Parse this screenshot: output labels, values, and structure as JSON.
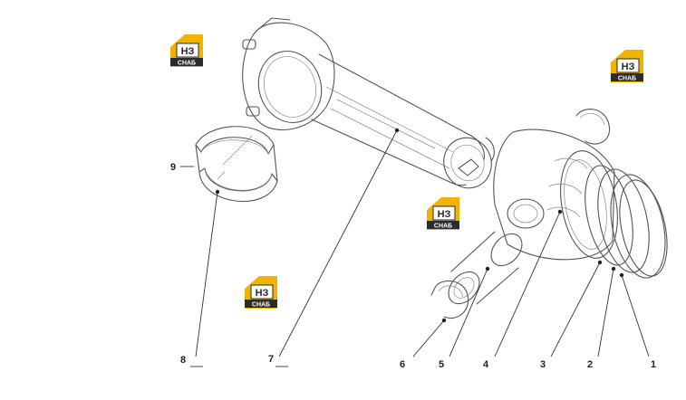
{
  "diagram": {
    "callouts": [
      {
        "label": "1"
      },
      {
        "label": "2"
      },
      {
        "label": "3"
      },
      {
        "label": "4"
      },
      {
        "label": "5"
      },
      {
        "label": "6"
      },
      {
        "label": "7"
      },
      {
        "label": "8"
      },
      {
        "label": "9"
      }
    ]
  },
  "watermark": {
    "mark": "НЗ",
    "caption": "СНАБ",
    "colors": {
      "accent": "#f0b400",
      "dark": "#2b2b2b"
    }
  }
}
